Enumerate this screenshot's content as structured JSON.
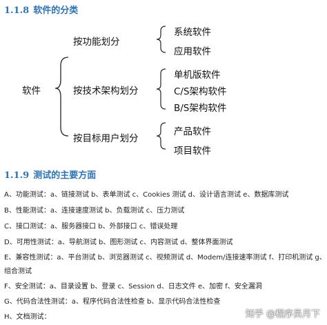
{
  "section1": {
    "number": "1.1.8",
    "title": "软件的分类"
  },
  "tree": {
    "root": "软件",
    "groups": [
      {
        "label": "按功能划分",
        "children": [
          "系统软件",
          "应用软件"
        ]
      },
      {
        "label": "按技术架构划分",
        "children": [
          "单机版软件",
          "C/S架构软件",
          "B/S架构软件"
        ]
      },
      {
        "label": "按目标用户划分",
        "children": [
          "产品软件",
          "项目软件"
        ]
      }
    ]
  },
  "section2": {
    "number": "1.1.9",
    "title": "测试的主要方面"
  },
  "items": [
    "A、功能测试：a、链接测试 b、表单测试 c、Cookies 测试 d、设计语言测试 e、数据库测试",
    "B、性能测试：a、连接速度测试 b、负载测试 c、压力测试",
    "C、接口测试：a、服务器接口 b、外部接口 c、错误处理",
    "D、可用性测试：a、导航测试 b、图形测试 c、内容测试 d、整体界面测试",
    "E、兼容性测试：a、平台测试 b、浏览器测试 c、视频测试 d、Modem/连接速率测试 f、打印机测试 g、",
    "组合测试",
    "F、安全测试：a、目录设置 b、登录 c、Session d、日志文件 e、加密 f、安全漏洞",
    "G、代码合法性测试：a、程序代码合法性检查 b、显示代码合法性检查",
    "H、文档测试："
  ],
  "watermark": "知乎 @程序员月下"
}
